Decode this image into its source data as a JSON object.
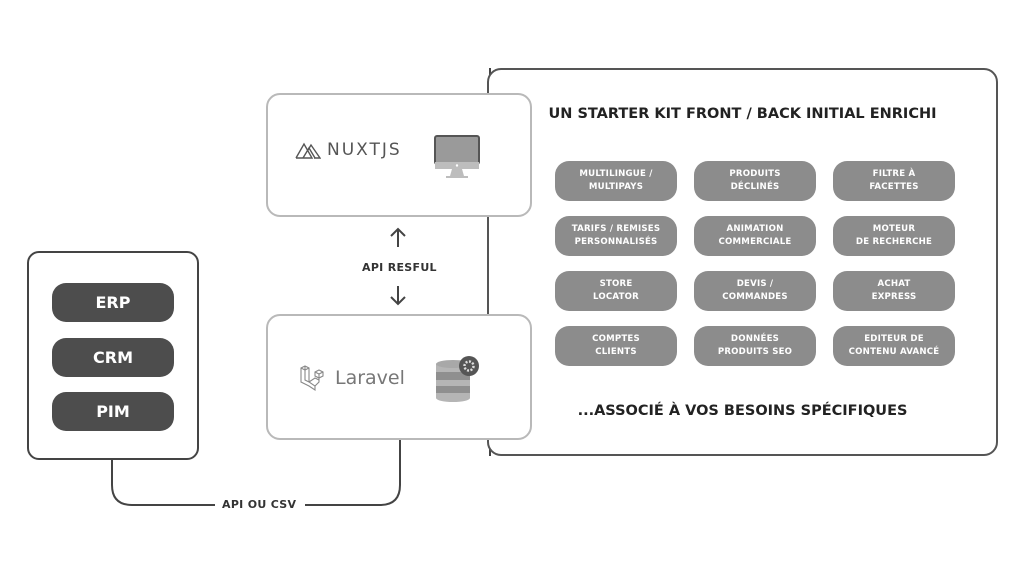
{
  "systems": {
    "items": [
      {
        "label": "ERP"
      },
      {
        "label": "CRM"
      },
      {
        "label": "PIM"
      }
    ]
  },
  "frontend": {
    "logo_text": "NUXTJS",
    "icon": "monitor-icon"
  },
  "backend": {
    "logo_text": "Laravel",
    "icon": "database-gear-icon"
  },
  "connectors": {
    "front_back_label": "API RESFUL",
    "systems_back_label": "API OU CSV"
  },
  "features": {
    "title": "UN STARTER KIT FRONT / BACK INITIAL ENRICHI",
    "footer": "...ASSOCIÉ À VOS BESOINS SPÉCIFIQUES",
    "items": [
      {
        "line1": "MULTILINGUE /",
        "line2": "MULTIPAYS"
      },
      {
        "line1": "PRODUITS",
        "line2": "DÉCLINÉS"
      },
      {
        "line1": "FILTRE À",
        "line2": "FACETTES"
      },
      {
        "line1": "TARIFS / REMISES",
        "line2": "PERSONNALISÉS"
      },
      {
        "line1": "ANIMATION",
        "line2": "COMMERCIALE"
      },
      {
        "line1": "MOTEUR",
        "line2": "DE RECHERCHE"
      },
      {
        "line1": "STORE",
        "line2": "LOCATOR"
      },
      {
        "line1": "DEVIS /",
        "line2": "COMMANDES"
      },
      {
        "line1": "ACHAT",
        "line2": "EXPRESS"
      },
      {
        "line1": "COMPTES",
        "line2": "CLIENTS"
      },
      {
        "line1": "DONNÉES",
        "line2": "PRODUITS SEO"
      },
      {
        "line1": "EDITEUR DE",
        "line2": "CONTENU AVANCÉ"
      }
    ]
  },
  "colors": {
    "system_pill": "#4d4d4d",
    "feature_pill": "#8c8c8c",
    "tech_border": "#b9b9b9",
    "frame_border": "#444444"
  }
}
